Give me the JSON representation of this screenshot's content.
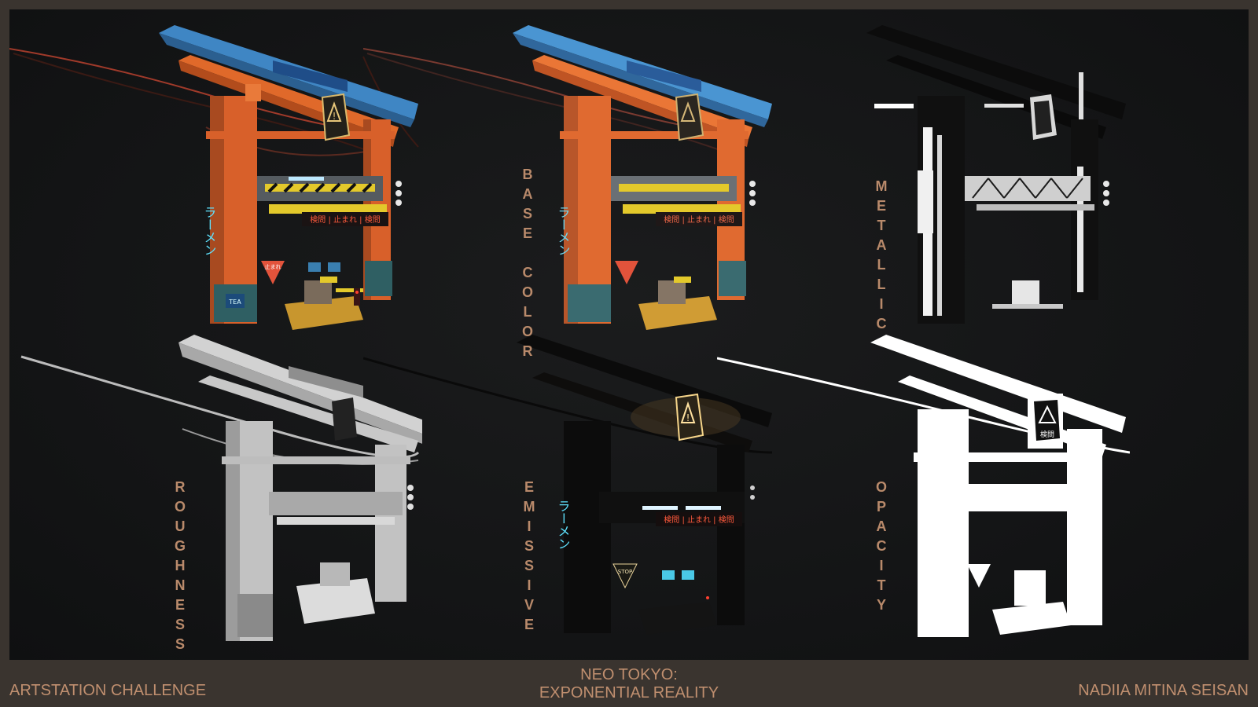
{
  "panels": [
    {
      "label": "",
      "mode": "color"
    },
    {
      "label": "BASE COLOR",
      "mode": "base"
    },
    {
      "label": "METALLIC",
      "mode": "metallic"
    },
    {
      "label": "ROUGHNESS",
      "mode": "roughness"
    },
    {
      "label": "EMISSIVE",
      "mode": "emissive"
    },
    {
      "label": "OPACITY",
      "mode": "opacity"
    }
  ],
  "labels": {
    "base_color": "BASE COLOR",
    "metallic": "METALLIC",
    "roughness": "ROUGHNESS",
    "emissive": "EMISSIVE",
    "opacity": "OPACITY"
  },
  "signs": {
    "kanji_bar": "検問 | 止まれ | 検問",
    "ramen": "ラーメン",
    "stop_jp": "止まれ",
    "stop_en": "STOP",
    "warning_glyph": "!",
    "kenmon": "検問",
    "tea": "TEA"
  },
  "footer": {
    "left": "ARTSTATION CHALLENGE",
    "center_line1": "NEO TOKYO:",
    "center_line2": "EXPONENTIAL REALITY",
    "right": "NADIIA MITINA SEISAN"
  },
  "colors": {
    "label": "#b98a6b",
    "footer": "#c08f6f",
    "torii_orange": "#e0692a",
    "torii_blue": "#3f86c4",
    "neon_cyan": "#5fe3ff",
    "neon_red": "#ff5a3c"
  }
}
